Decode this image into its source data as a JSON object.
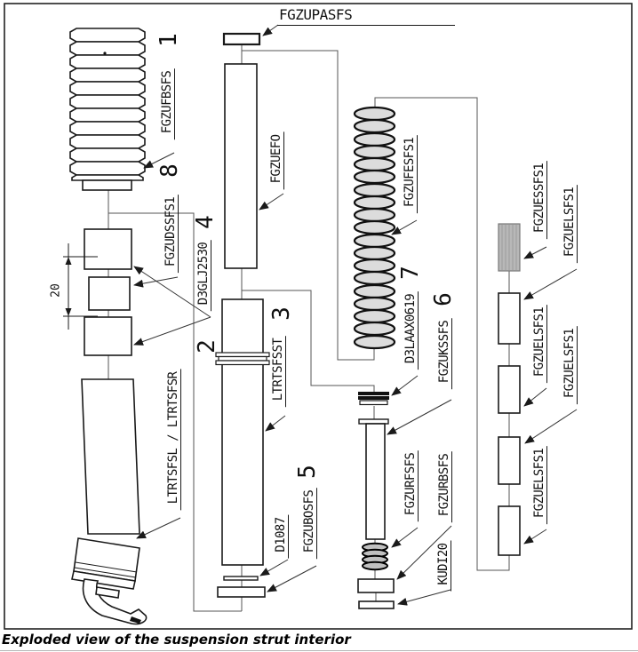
{
  "caption": "Exploded view of the suspension strut interior",
  "dimension": {
    "value": "20"
  },
  "colors": {
    "line": "#1a1a1a",
    "web_line": "#555555",
    "sleeve_gray": "#b8b8b8",
    "spring_fill": "#dcdcdc"
  },
  "parts": {
    "top_plate": {
      "label": "FGZUPASFS"
    },
    "dust_boot": {
      "label": "FGZUFBSFS",
      "number": "1"
    },
    "bump_stop": {
      "label": "FGZUDSSFS1",
      "number": "8"
    },
    "spacer": {
      "label": "D3GLJ2530",
      "number": "4"
    },
    "strut_body": {
      "label": "LTRTSFSL / LTRTSFSR",
      "number": "2"
    },
    "piston_rod": {
      "label": "FGZUEFO"
    },
    "cartridge": {
      "label": "LTRTSFSST",
      "number": "3"
    },
    "washer": {
      "label": "D1087"
    },
    "bottom_plate": {
      "label": "FGZUBOSFS",
      "number": "5"
    },
    "coil_spring": {
      "label": "FGZUFESFS1",
      "number": "7"
    },
    "valve_disc": {
      "label": "D3LAAX0619"
    },
    "inner_tube": {
      "label": "FGZUKSSFS",
      "number": "6"
    },
    "rebound_spring": {
      "label": "FGZURFSFS"
    },
    "rebound_block": {
      "label": "FGZURBSFS"
    },
    "base_washer": {
      "label": "KUDI20"
    },
    "sleeve_gray": {
      "label": "FGZUESSFS1"
    },
    "seal_rings": [
      "FGZUELSFS1",
      "FGZUELSFS1",
      "FGZUELSFS1",
      "FGZUELSFS1"
    ]
  }
}
